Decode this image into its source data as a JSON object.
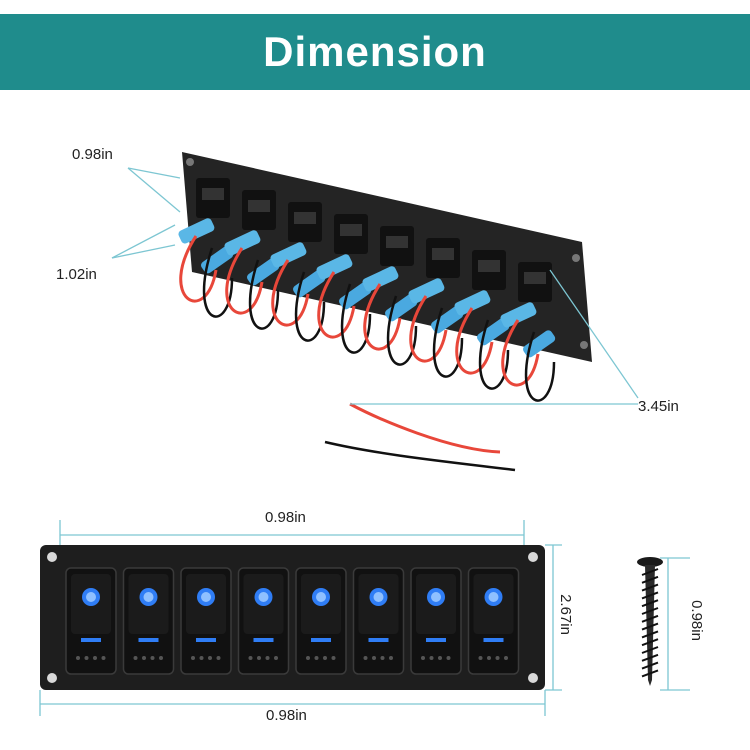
{
  "banner": {
    "title": "Dimension"
  },
  "dimensions": {
    "top_height": "0.98in",
    "fuse_length": "1.02in",
    "depth": "3.45in",
    "panel_inner_width": "0.98in",
    "panel_height": "2.67in",
    "panel_outer_width": "0.98in",
    "screw_length": "0.98in"
  },
  "colors": {
    "banner": "#1f8c8c",
    "dimension_line": "#7dc6d2",
    "switch_light": "#2f7df5",
    "panel": "#1e1e1e",
    "wire_red": "#e8473a"
  },
  "switch_count": 8
}
